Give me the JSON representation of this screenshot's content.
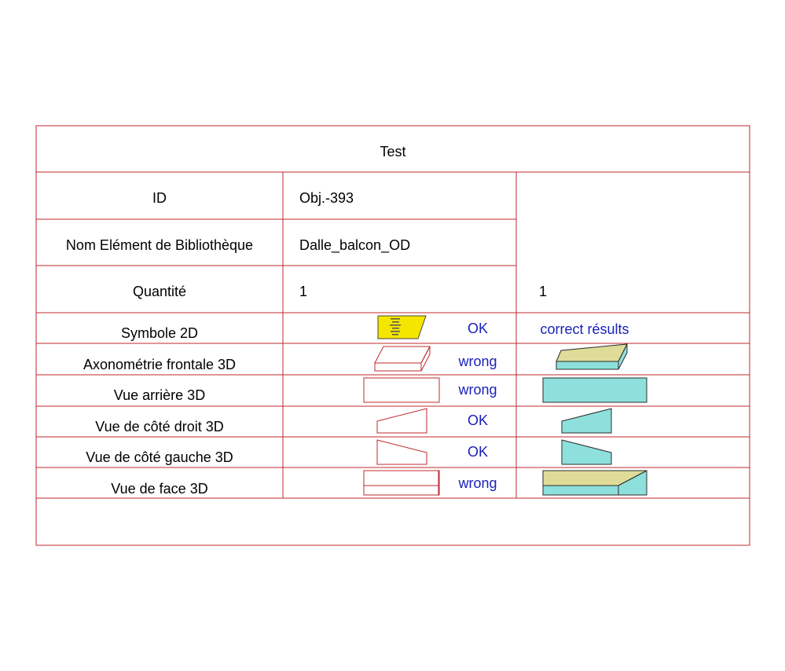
{
  "title": "Test",
  "rows": {
    "id": {
      "label": "ID",
      "value": "Obj.-393"
    },
    "name": {
      "label": "Nom Elément de Bibliothèque",
      "value": "Dalle_balcon_OD"
    },
    "quantity": {
      "label": "Quantité",
      "value": "1",
      "reference": "1"
    }
  },
  "reference_header": "correct résults",
  "views": [
    {
      "label": "Symbole 2D",
      "status": "OK",
      "icon": "symbol-2d-icon"
    },
    {
      "label": "Axonométrie frontale 3D",
      "status": "wrong",
      "icon": "axonometric-front-icon"
    },
    {
      "label": "Vue arrière 3D",
      "status": "wrong",
      "icon": "back-view-icon"
    },
    {
      "label": "Vue de côté droit 3D",
      "status": "OK",
      "icon": "right-side-view-icon"
    },
    {
      "label": "Vue de côté gauche 3D",
      "status": "OK",
      "icon": "left-side-view-icon"
    },
    {
      "label": "Vue de face 3D",
      "status": "wrong",
      "icon": "front-view-icon"
    }
  ],
  "colors": {
    "grid": "#c0282e",
    "status_text": "#1a22b8",
    "symbol_fill": "#f5e600",
    "ref_top": "#dedc98",
    "ref_side": "#8ee0dc"
  }
}
